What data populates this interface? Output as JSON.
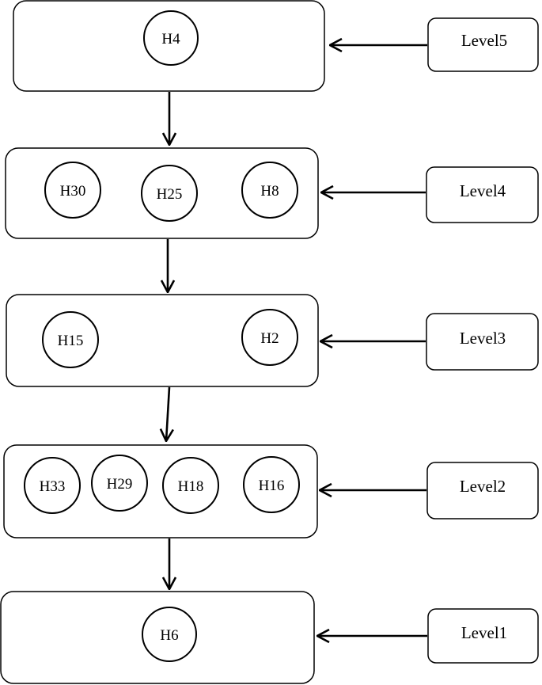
{
  "diagram": {
    "levels": [
      {
        "label": "Level5",
        "nodes": [
          "H4"
        ]
      },
      {
        "label": "Level4",
        "nodes": [
          "H30",
          "H25",
          "H8"
        ]
      },
      {
        "label": "Level3",
        "nodes": [
          "H15",
          "H2"
        ]
      },
      {
        "label": "Level2",
        "nodes": [
          "H33",
          "H29",
          "H18",
          "H16"
        ]
      },
      {
        "label": "Level1",
        "nodes": [
          "H6"
        ]
      }
    ]
  }
}
